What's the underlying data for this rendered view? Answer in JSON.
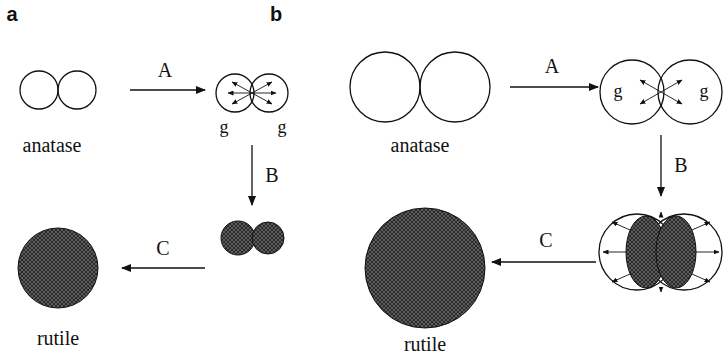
{
  "diagram": {
    "labels": [
      "a",
      "A",
      "g",
      "g",
      "B",
      "C",
      "anatase",
      "rutile",
      "b",
      "A",
      "g",
      "g",
      "B",
      "C",
      "anatase",
      "rutile"
    ]
  }
}
